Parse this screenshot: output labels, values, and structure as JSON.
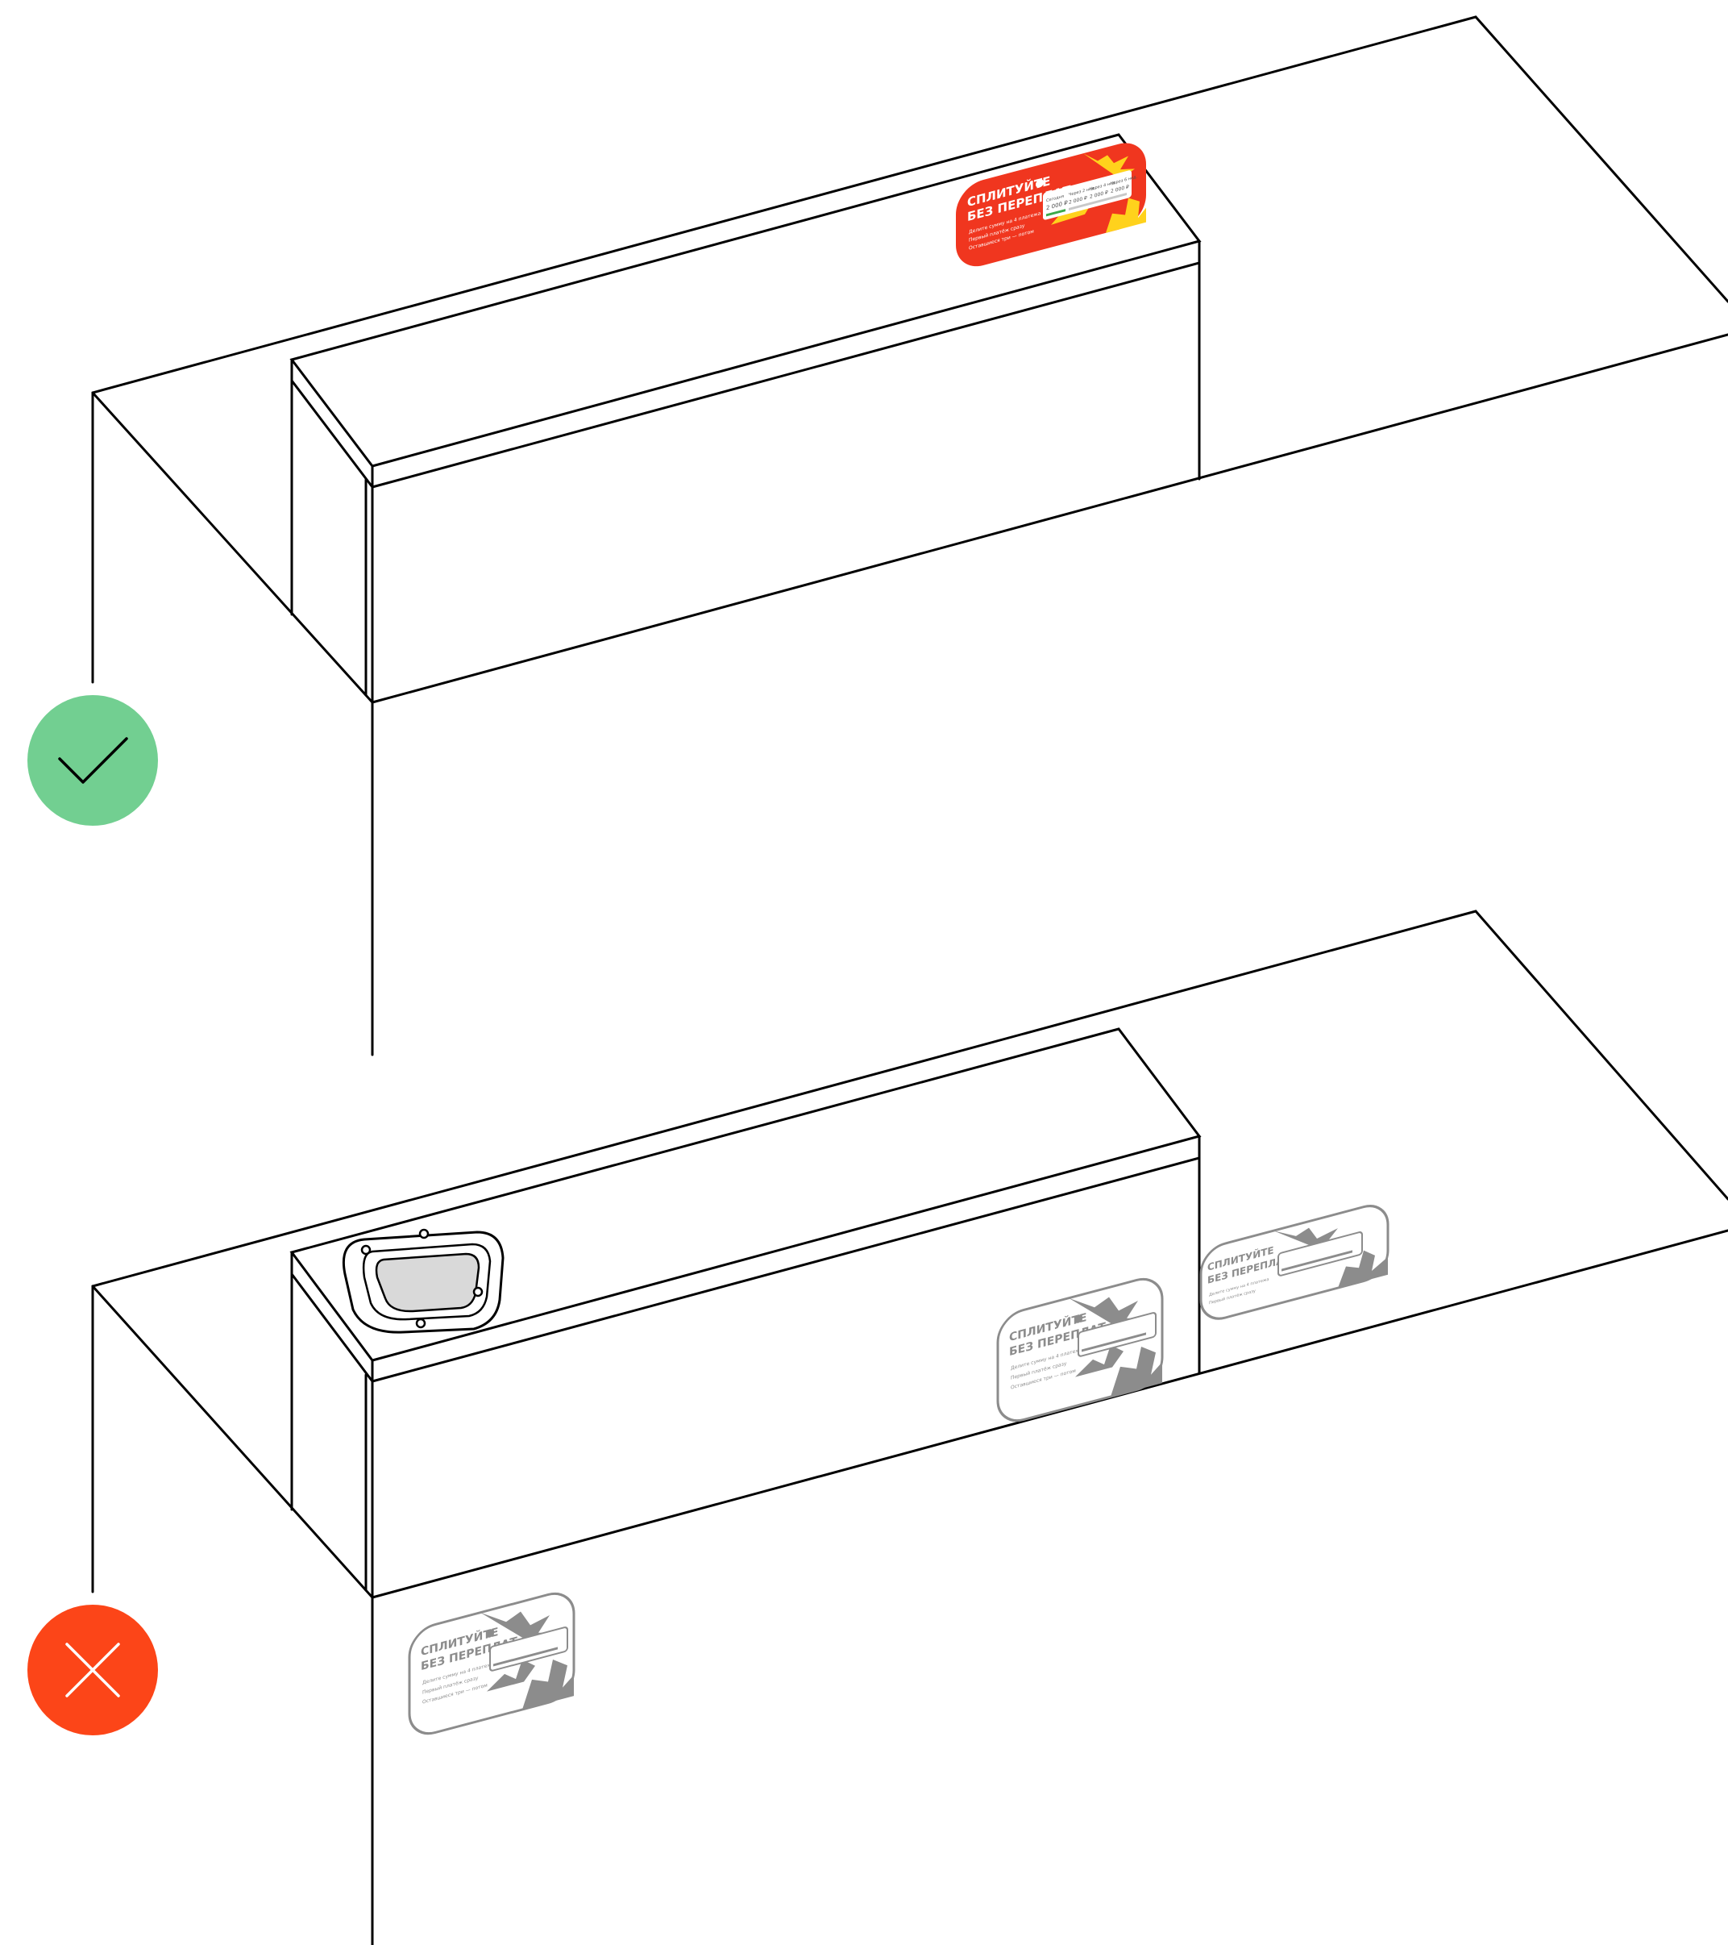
{
  "sticker": {
    "headline_line1": "СПЛИТУЙТЕ",
    "headline_line2": "БЕЗ ПЕРЕПЛАТ",
    "bullets": [
      "Делите сумму на 4 платежа",
      "Первый платёж сразу",
      "Оставшиеся три — потом"
    ],
    "payment_card_items": [
      "Сегодня",
      "2 000 ₽",
      "Через 2 нед.",
      "2 000 ₽",
      "Через 4 нед.",
      "2 000 ₽",
      "Через 6 нед.",
      "2 000 ₽"
    ]
  },
  "colors": {
    "correct_badge": "#72cf91",
    "incorrect_badge": "#fc4518",
    "sticker_red": "#f0361f",
    "sticker_yellow": "#ffd21c",
    "ghost_gray": "#8c8c8c",
    "line": "#000000"
  },
  "icons": {
    "correct": "check-icon",
    "incorrect": "cross-icon"
  }
}
